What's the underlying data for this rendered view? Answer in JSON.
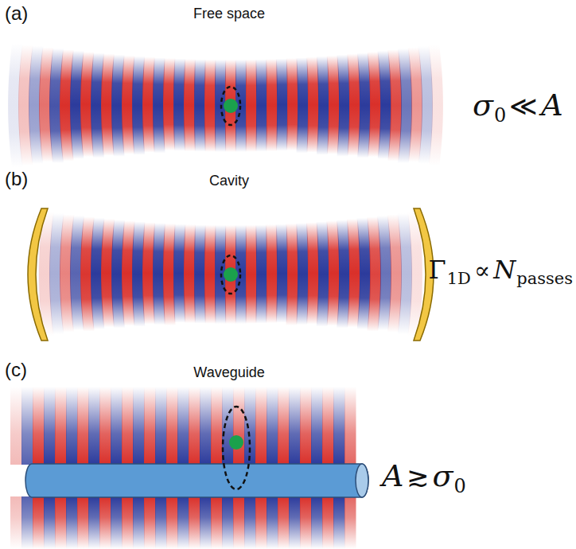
{
  "diagram": {
    "labels": [
      "(a)",
      "Free space",
      "σ",
      "0",
      "≪",
      "A",
      "(b)",
      "Cavity",
      "Γ",
      "1D",
      "∝",
      "N",
      "passes",
      "(c)",
      "Waveguide",
      "A",
      "≳",
      "σ",
      "0"
    ]
  }
}
